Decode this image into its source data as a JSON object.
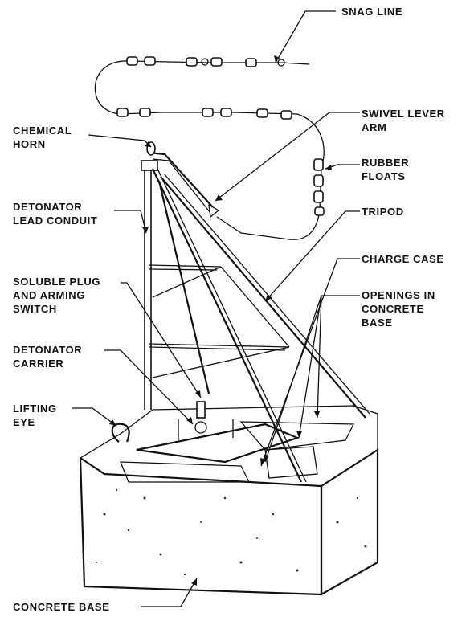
{
  "labels": {
    "snag_line": "SNAG LINE",
    "swivel_lever_1": "SWIVEL LEVER",
    "swivel_lever_2": "ARM",
    "chemical_horn_1": "CHEMICAL",
    "chemical_horn_2": "HORN",
    "rubber_floats_1": "RUBBER",
    "rubber_floats_2": "FLOATS",
    "detonator_lead_1": "DETONATOR",
    "detonator_lead_2": "LEAD CONDUIT",
    "tripod": "TRIPOD",
    "charge_case": "CHARGE CASE",
    "soluble_plug_1": "SOLUBLE PLUG",
    "soluble_plug_2": "AND ARMING",
    "soluble_plug_3": "SWITCH",
    "openings_1": "OPENINGS IN",
    "openings_2": "CONCRETE",
    "openings_3": "BASE",
    "detonator_carrier_1": "DETONATOR",
    "detonator_carrier_2": "CARRIER",
    "lifting_eye_1": "LIFTING",
    "lifting_eye_2": "EYE",
    "concrete_base": "CONCRETE BASE"
  },
  "colors": {
    "ink": "#111111",
    "paper": "#ffffff"
  }
}
